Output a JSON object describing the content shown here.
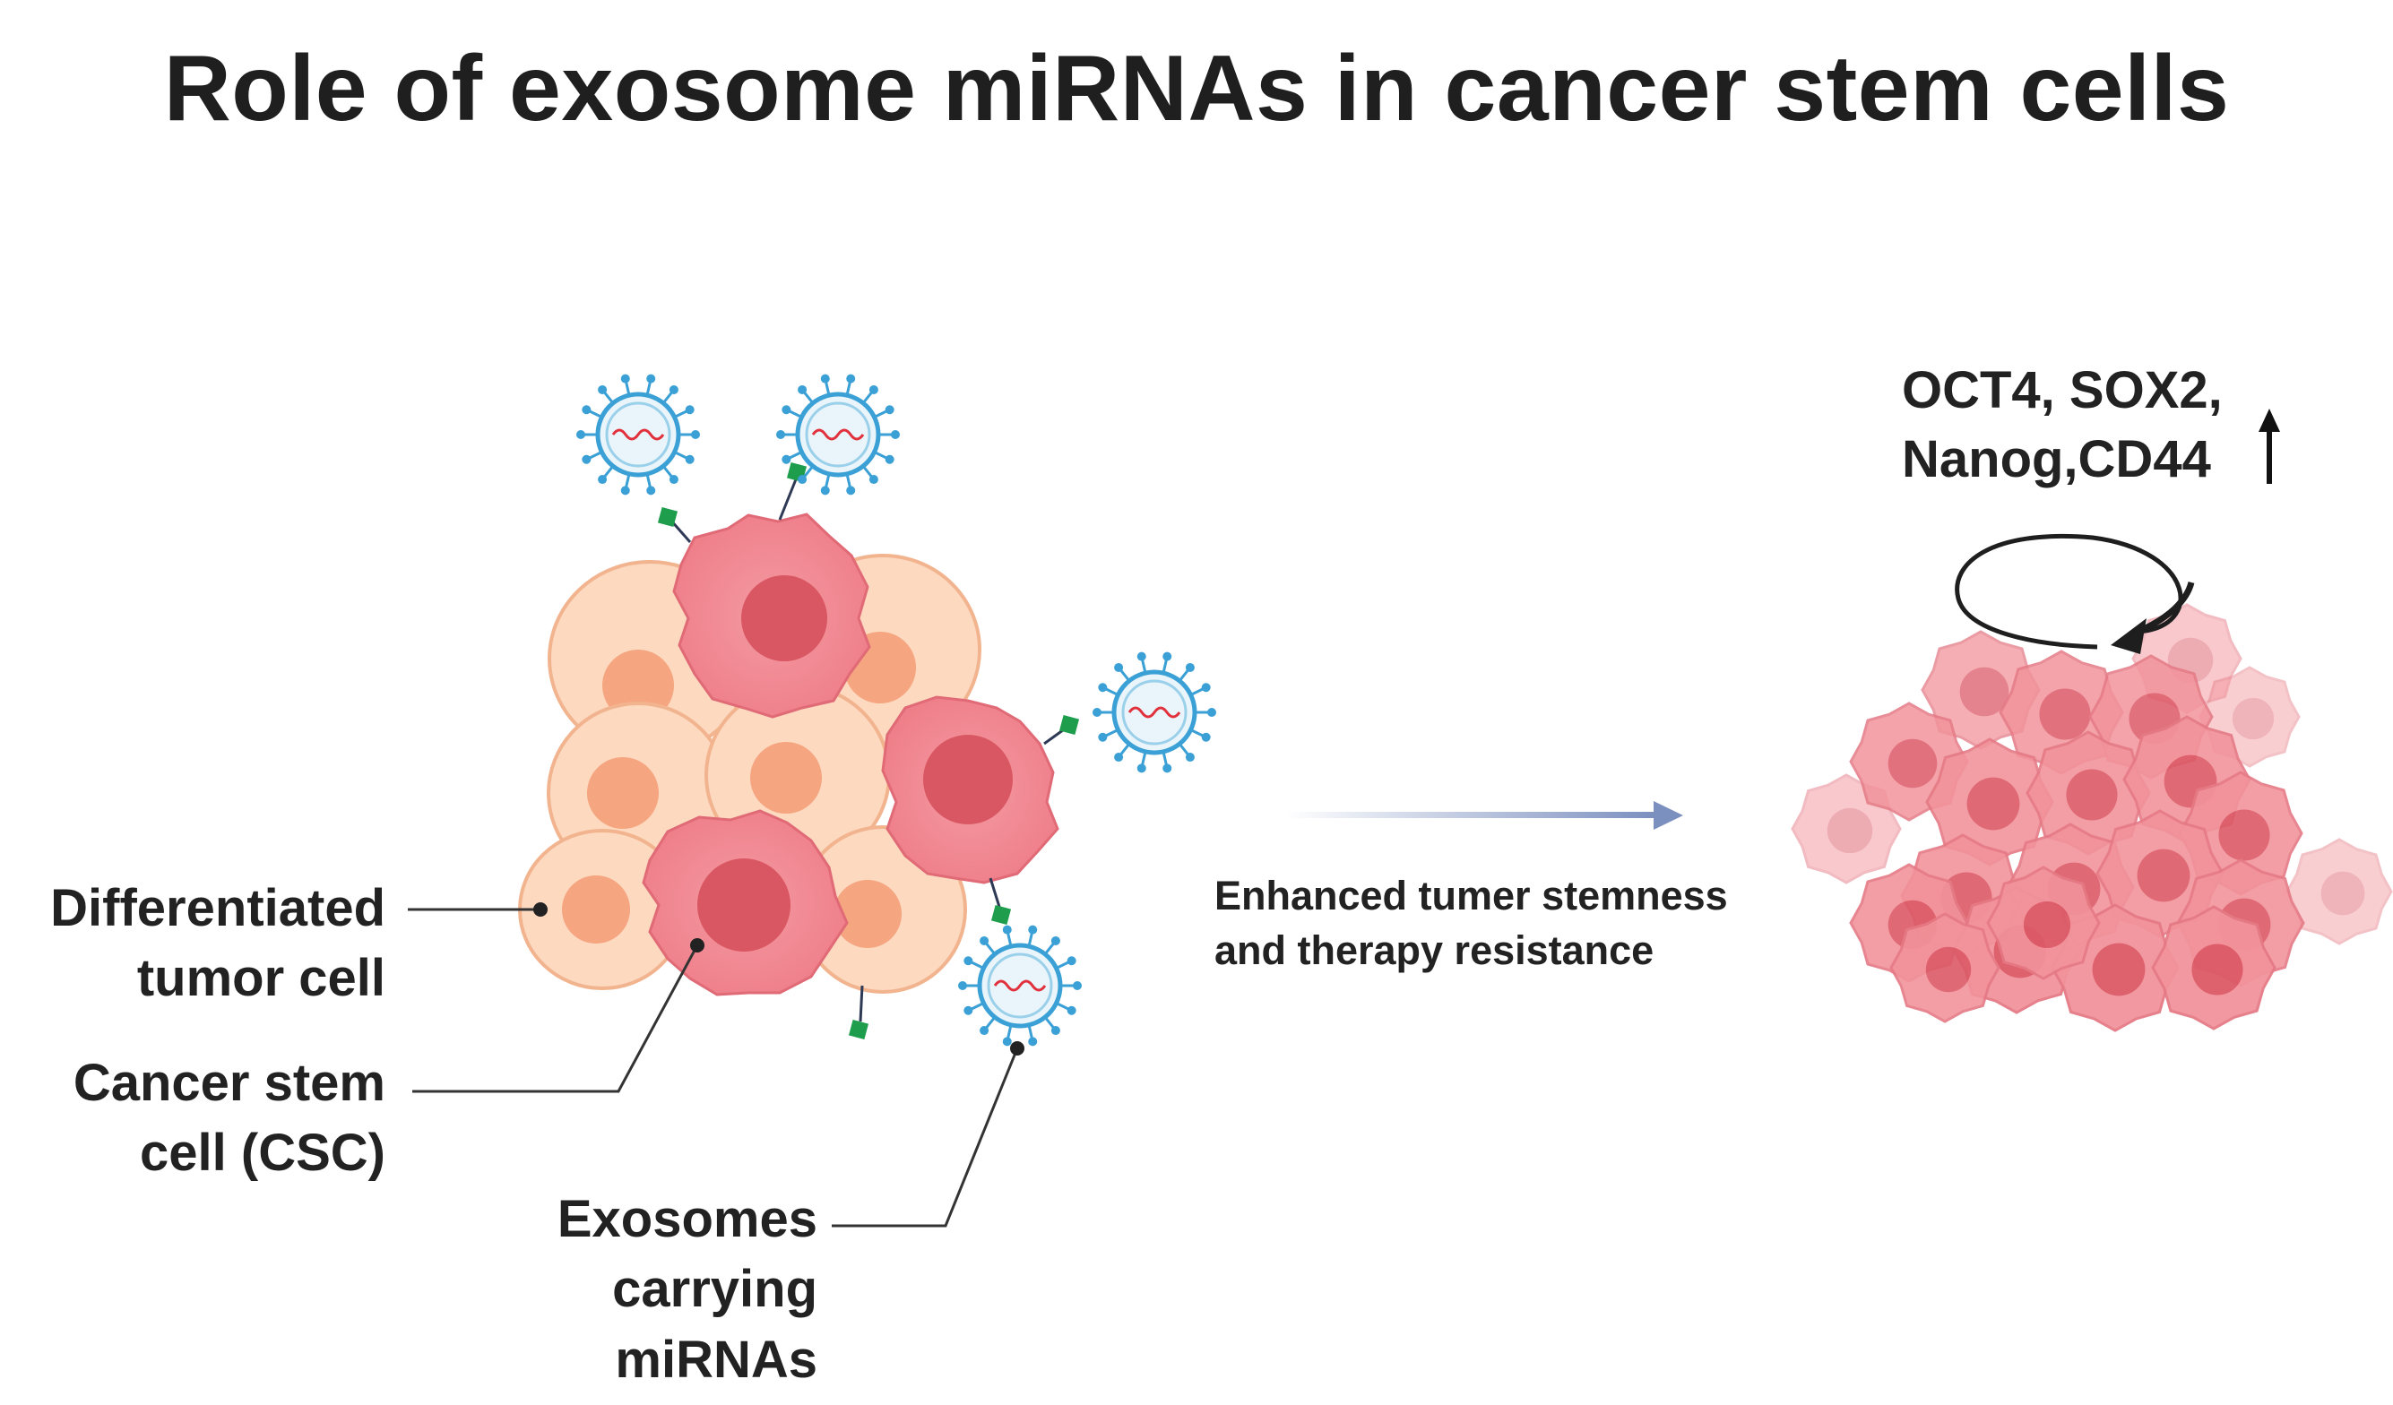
{
  "title": "Role of exosome miRNAs in cancer stem cells",
  "labels": {
    "differentiated": {
      "line1": "Differentiated",
      "line2": "tumor cell"
    },
    "csc": {
      "line1": "Cancer stem",
      "line2": "cell (CSC)"
    },
    "exosomes": {
      "line1": "Exosomes",
      "line2": "carrying",
      "line3": "miRNAs"
    },
    "outcome": {
      "line1": "Enhanced tumer stemness",
      "line2": "and therapy resistance"
    },
    "markers": {
      "line1": "OCT4, SOX2,",
      "line2": "Nanog,CD44"
    }
  },
  "icons": [
    "exosome-icon",
    "upregulation-arrow-icon",
    "self-renewal-loop-icon",
    "tumor-mass-icon"
  ],
  "colors": {
    "differentiated_fill": "#fdd9c0",
    "differentiated_stroke": "#f2b48f",
    "differentiated_nucleus": "#f5a57f",
    "csc_fill": "#f1808a",
    "csc_nucleus": "#d95763",
    "exosome_ring": "#3aa0d5",
    "mirna": "#e0313c",
    "receptor": "#1e9e4d",
    "arrow": "#7c90c0",
    "text": "#222222"
  }
}
